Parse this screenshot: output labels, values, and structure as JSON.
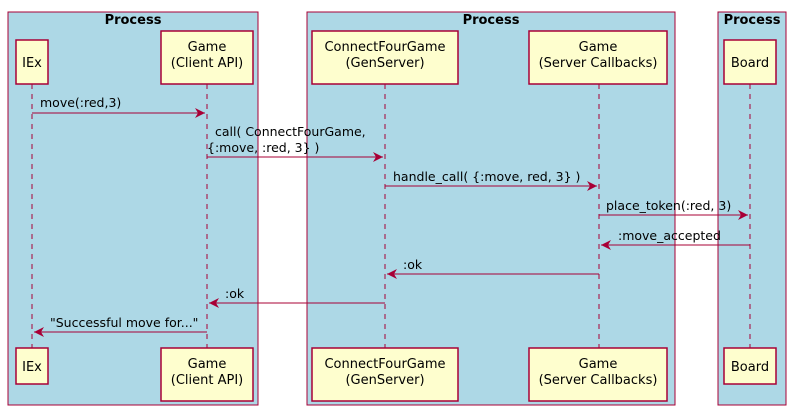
{
  "colors": {
    "box_fill": "#ADD8E6",
    "box_stroke": "#A80036",
    "participant_fill": "#FEFECE",
    "participant_stroke": "#A80036",
    "lifeline": "#A80036",
    "arrow": "#A80036"
  },
  "boxes": [
    {
      "title": "Process"
    },
    {
      "title": "Process"
    },
    {
      "title": "Process"
    }
  ],
  "participants": [
    {
      "line1": "IEx",
      "line2": ""
    },
    {
      "line1": "Game",
      "line2": "(Client API)"
    },
    {
      "line1": "ConnectFourGame",
      "line2": "(GenServer)"
    },
    {
      "line1": "Game",
      "line2": "(Server Callbacks)"
    },
    {
      "line1": "Board",
      "line2": ""
    }
  ],
  "messages": [
    {
      "from": 0,
      "to": 1,
      "line1": "move(:red,3)",
      "line2": ""
    },
    {
      "from": 1,
      "to": 2,
      "line1": "call( ConnectFourGame,",
      "line2": "{:move, :red, 3} )"
    },
    {
      "from": 2,
      "to": 3,
      "line1": "handle_call( {:move, red, 3} )",
      "line2": ""
    },
    {
      "from": 3,
      "to": 4,
      "line1": "place_token(:red, 3)",
      "line2": ""
    },
    {
      "from": 4,
      "to": 3,
      "line1": ":move_accepted",
      "line2": ""
    },
    {
      "from": 3,
      "to": 2,
      "line1": ":ok",
      "line2": ""
    },
    {
      "from": 2,
      "to": 1,
      "line1": ":ok",
      "line2": ""
    },
    {
      "from": 1,
      "to": 0,
      "line1": "\"Successful move for...\"",
      "line2": ""
    }
  ]
}
